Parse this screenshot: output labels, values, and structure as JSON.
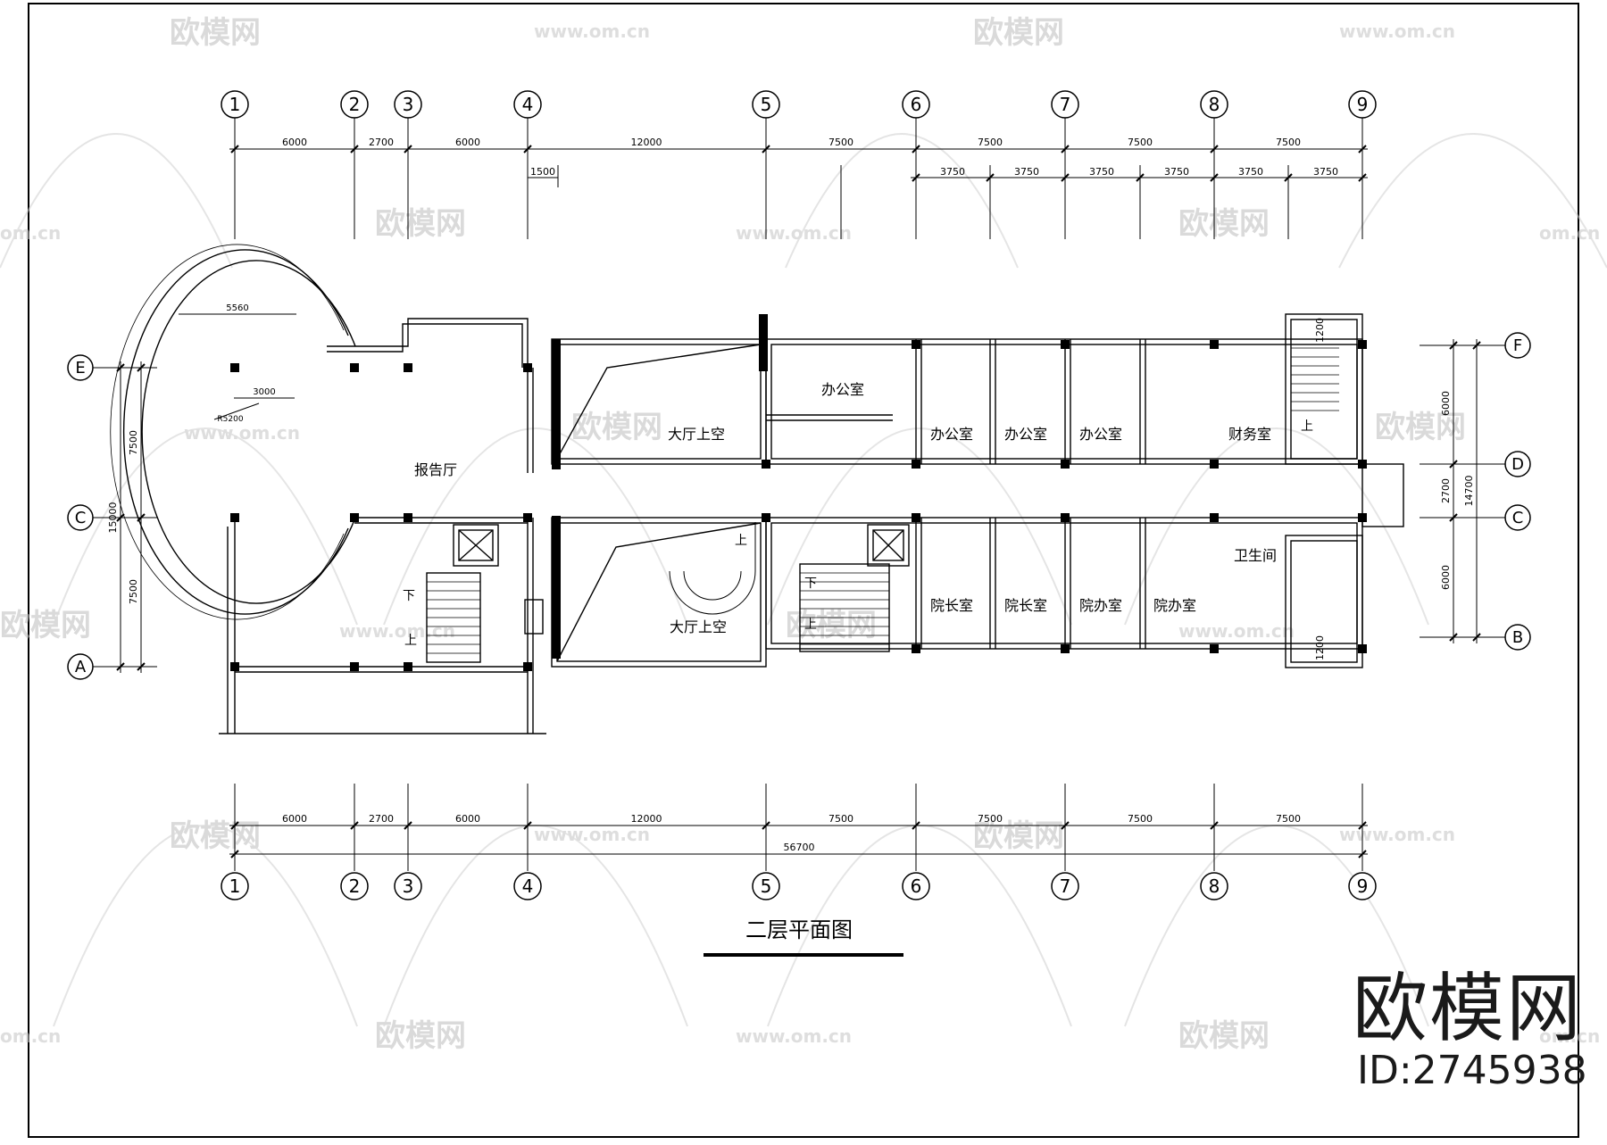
{
  "drawing": {
    "title": "二层平面图",
    "axes_x": [
      "1",
      "2",
      "3",
      "4",
      "5",
      "6",
      "7",
      "8",
      "9"
    ],
    "axes_y": [
      "E",
      "C",
      "A"
    ],
    "axes_y_right": [
      "F",
      "D",
      "C",
      "B"
    ],
    "dims_top": [
      "6000",
      "2700",
      "6000",
      "12000",
      "7500",
      "7500",
      "7500",
      "7500"
    ],
    "dims_top_sub": [
      "1500",
      "3750",
      "3750",
      "3750",
      "3750",
      "3750",
      "3750"
    ],
    "dims_bottom": [
      "6000",
      "2700",
      "6000",
      "12000",
      "7500",
      "7500",
      "7500",
      "7500"
    ],
    "dim_total": "56700",
    "dims_left": [
      "7500",
      "7500",
      "15000"
    ],
    "dims_right": [
      "6000",
      "2700",
      "6000",
      "14700",
      "1200",
      "1200"
    ],
    "misc_dims": [
      "5560",
      "3000",
      "R5200"
    ],
    "rooms": {
      "report_hall": "报告厅",
      "hall_void_1": "大厅上空",
      "hall_void_2": "大厅上空",
      "office_big": "办公室",
      "office_1": "办公室",
      "office_2": "办公室",
      "office_3": "办公室",
      "finance": "财务室",
      "dean_1": "院长室",
      "dean_2": "院长室",
      "admin_1": "院办室",
      "admin_2": "院办室",
      "toilet": "卫生间"
    },
    "stair_marks": [
      "下",
      "上",
      "上",
      "下",
      "上",
      "上"
    ]
  },
  "watermark": {
    "site": "www.om.cn",
    "site_partial": "om.cn",
    "logo_text": "欧模网",
    "brand": "欧模网",
    "id": "ID:2745938"
  }
}
